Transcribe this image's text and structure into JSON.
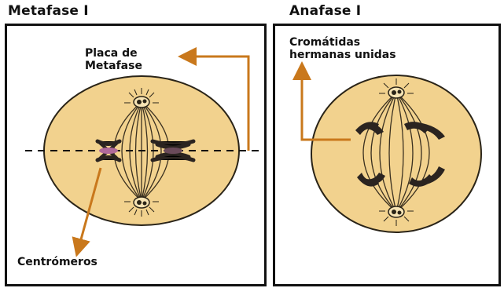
{
  "panels": [
    {
      "title": "Metafase I",
      "labels": {
        "plate_line1": "Placa de",
        "plate_line2": "Metafase",
        "centromeres": "Centrómeros"
      }
    },
    {
      "title": "Anafase I",
      "labels": {
        "chromatids_line1": "Cromátidas",
        "chromatids_line2": "hermanas unidas"
      }
    }
  ],
  "colors": {
    "cell_fill": "#f2d28e",
    "cell_stroke": "#2a2418",
    "arrow": "#c9781c",
    "chromosome": "#2b2420",
    "centromere": "#b06a9a"
  }
}
